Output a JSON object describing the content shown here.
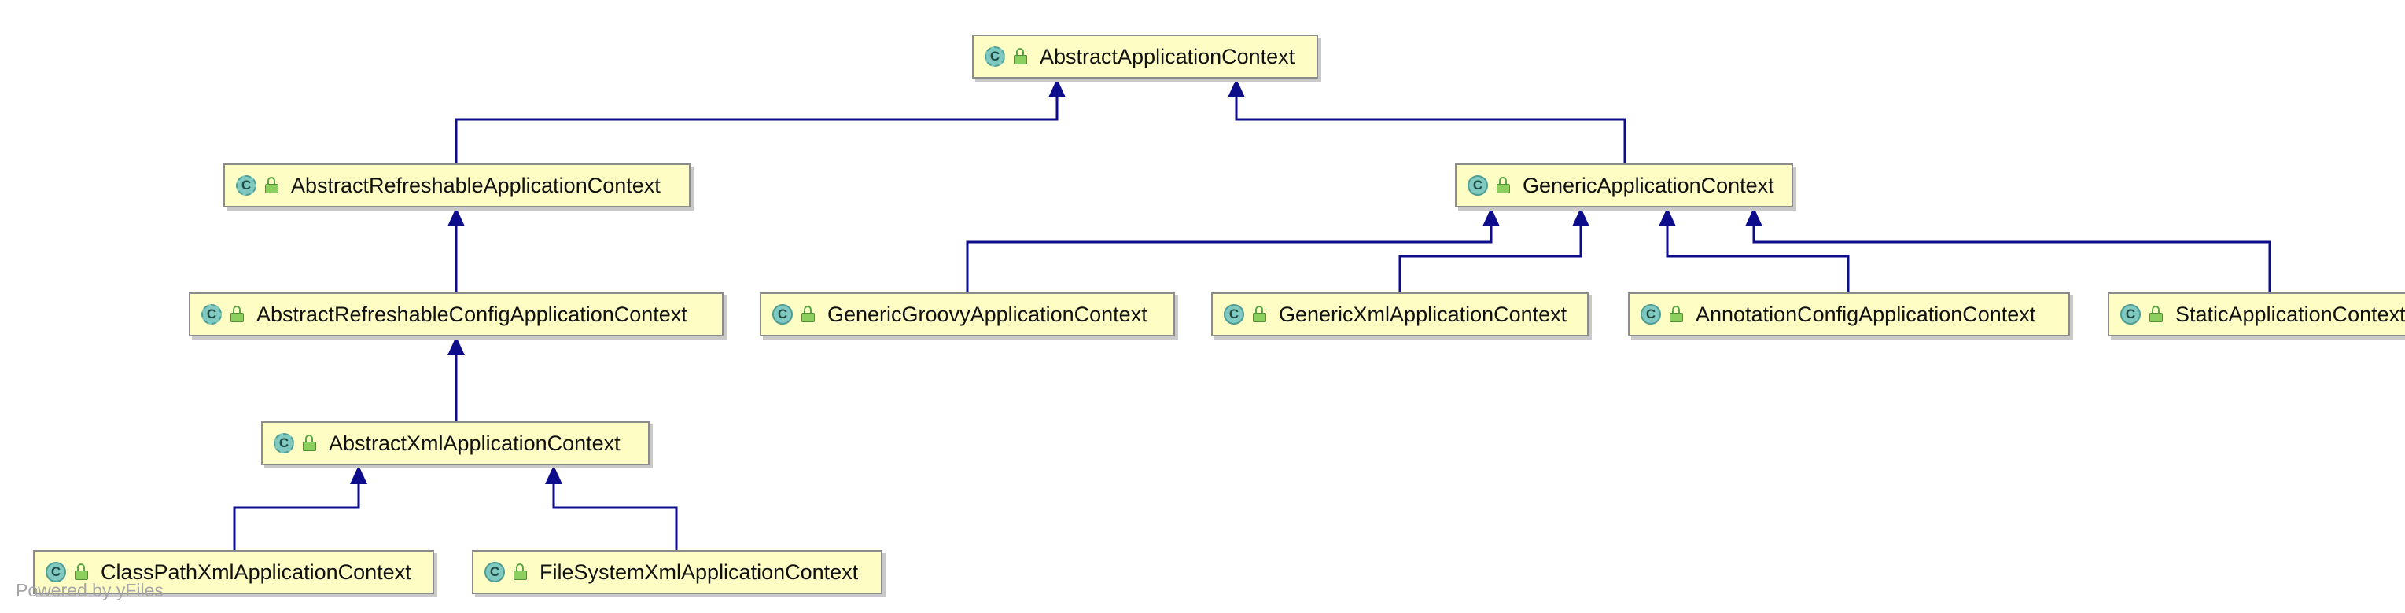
{
  "diagram": {
    "nodes": [
      {
        "id": "n1",
        "name": "AbstractApplicationContext",
        "icon": "class-icon",
        "icon_letter": "C",
        "abstract": true
      },
      {
        "id": "n2",
        "name": "AbstractRefreshableApplicationContext",
        "icon": "class-icon",
        "icon_letter": "C",
        "abstract": true
      },
      {
        "id": "n3",
        "name": "GenericApplicationContext",
        "icon": "class-icon",
        "icon_letter": "C",
        "abstract": false
      },
      {
        "id": "n4",
        "name": "AbstractRefreshableConfigApplicationContext",
        "icon": "class-icon",
        "icon_letter": "C",
        "abstract": true
      },
      {
        "id": "n5",
        "name": "GenericGroovyApplicationContext",
        "icon": "class-icon",
        "icon_letter": "C",
        "abstract": false
      },
      {
        "id": "n6",
        "name": "GenericXmlApplicationContext",
        "icon": "class-icon",
        "icon_letter": "C",
        "abstract": false
      },
      {
        "id": "n7",
        "name": "AnnotationConfigApplicationContext",
        "icon": "class-icon",
        "icon_letter": "C",
        "abstract": false
      },
      {
        "id": "n8",
        "name": "StaticApplicationContext",
        "icon": "class-icon",
        "icon_letter": "C",
        "abstract": false
      },
      {
        "id": "n9",
        "name": "AbstractXmlApplicationContext",
        "icon": "class-icon",
        "icon_letter": "C",
        "abstract": true
      },
      {
        "id": "n10",
        "name": "ClassPathXmlApplicationContext",
        "icon": "class-icon",
        "icon_letter": "C",
        "abstract": false
      },
      {
        "id": "n11",
        "name": "FileSystemXmlApplicationContext",
        "icon": "class-icon",
        "icon_letter": "C",
        "abstract": false
      }
    ],
    "edges": [
      {
        "from": "n2",
        "to": "n1"
      },
      {
        "from": "n3",
        "to": "n1"
      },
      {
        "from": "n4",
        "to": "n2"
      },
      {
        "from": "n5",
        "to": "n3"
      },
      {
        "from": "n6",
        "to": "n3"
      },
      {
        "from": "n7",
        "to": "n3"
      },
      {
        "from": "n8",
        "to": "n3"
      },
      {
        "from": "n9",
        "to": "n4"
      },
      {
        "from": "n10",
        "to": "n9"
      },
      {
        "from": "n11",
        "to": "n9"
      }
    ],
    "colors": {
      "edge": "#0d0d8c",
      "node_fill": "#fdfdc4",
      "node_border": "#8c8c8c",
      "class_icon": "#7fc9c0",
      "lock_icon": "#8bcf5e"
    }
  },
  "footer": {
    "text": "Powered by yFiles"
  }
}
